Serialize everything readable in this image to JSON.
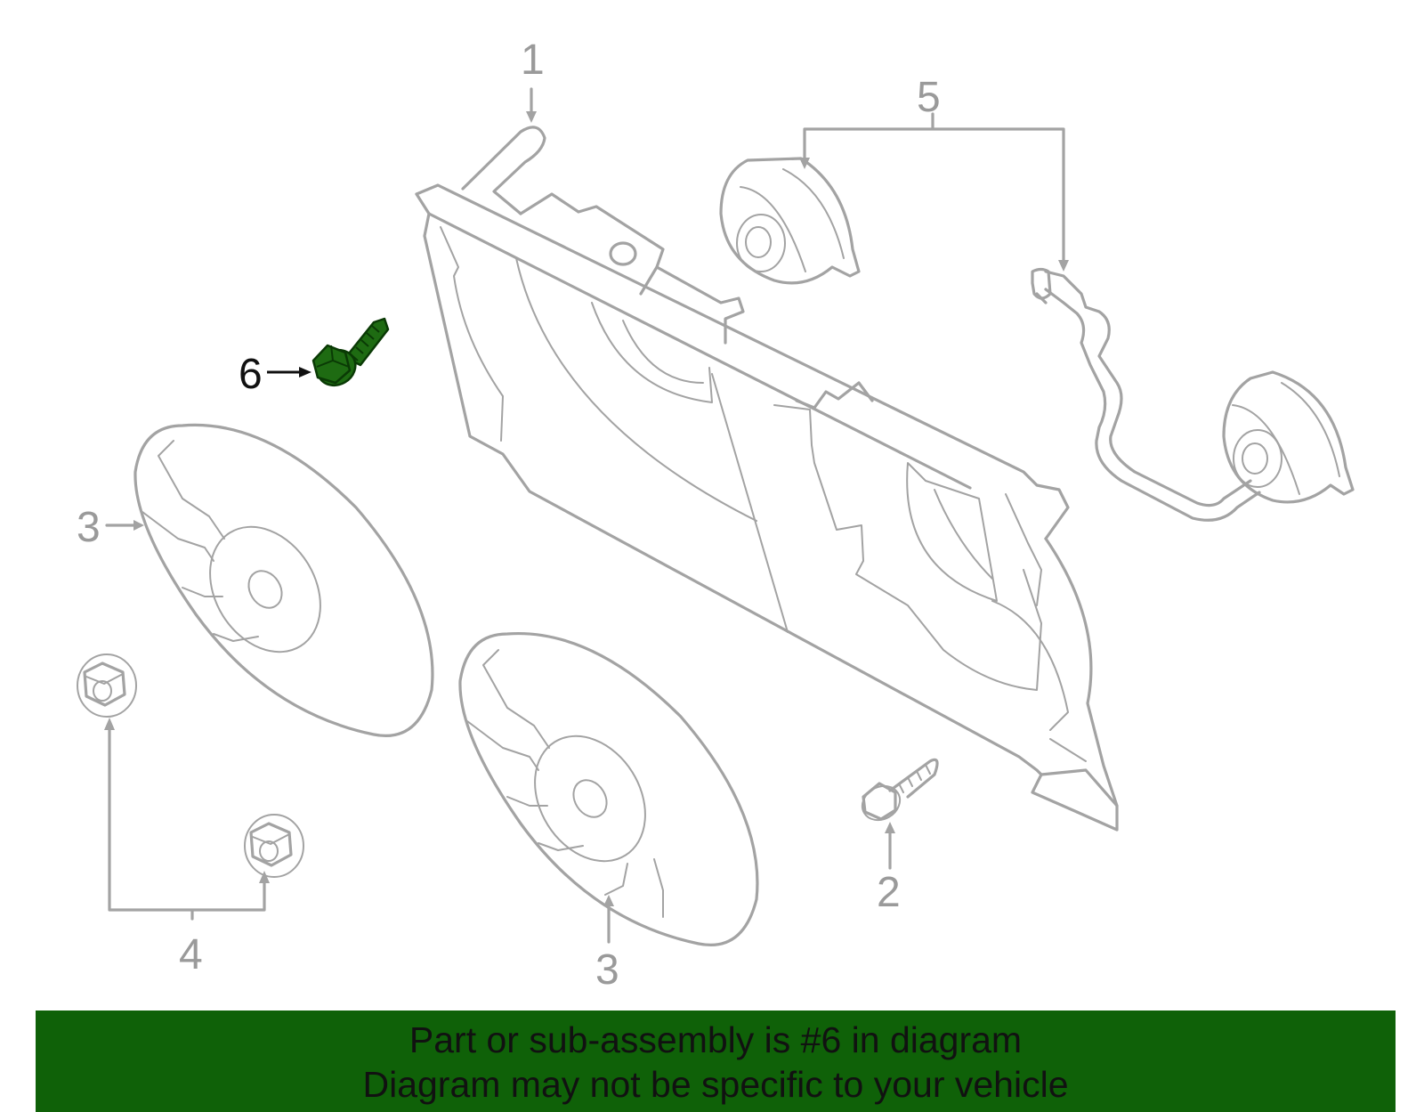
{
  "callouts": {
    "c1": "1",
    "c2": "2",
    "c3a": "3",
    "c3b": "3",
    "c4": "4",
    "c5": "5",
    "c6": "6"
  },
  "highlight_color": "#1e6b12",
  "line_color": "#a3a3a3",
  "banner": {
    "line1": "Part or sub-assembly is #6 in diagram",
    "line2": "Diagram may not be specific to your vehicle",
    "background": "#0f6108"
  }
}
